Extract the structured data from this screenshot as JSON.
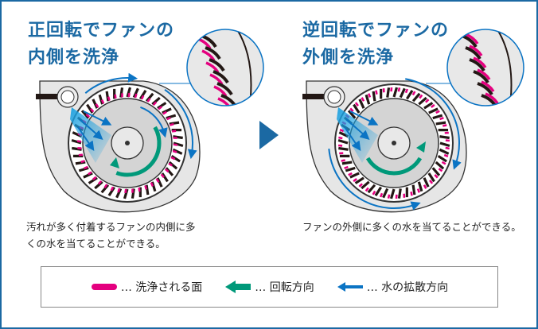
{
  "left": {
    "title_line1": "正回転でファンの",
    "title_line2": "内側を洗浄",
    "caption_line1": "汚れが多く付着するファンの内側に多",
    "caption_line2": "くの水を当てることができる。"
  },
  "right": {
    "title_line1": "逆回転でファンの",
    "title_line2": "外側を洗浄",
    "caption": "ファンの外側に多くの水を当てることができる。"
  },
  "legend": {
    "items": [
      {
        "icon": "magenta-bar",
        "label": "… 洗浄される面"
      },
      {
        "icon": "green-arrow-left",
        "label": "… 回転方向"
      },
      {
        "icon": "blue-arrow-left",
        "label": "… 水の拡散方向"
      }
    ]
  },
  "colors": {
    "brand_blue": "#1b69a3",
    "cleaned_surface": "#e4007f",
    "rotation": "#00997a",
    "water": "#0b74c4"
  }
}
